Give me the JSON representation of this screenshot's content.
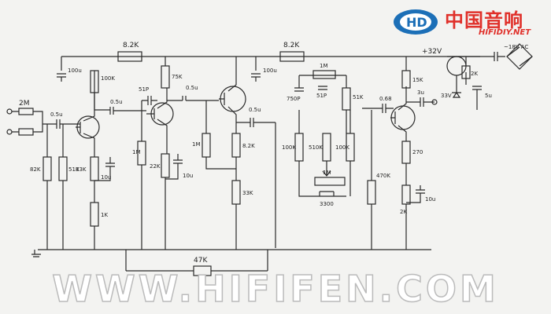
{
  "logo": {
    "cn": "中国音响",
    "en": "HIFIDIY.NET"
  },
  "watermark": "WWW.HIFIFEN.COM",
  "labels": {
    "in_r": "2M",
    "in_c": "0.5u",
    "r_in_8k2": "82K",
    "r_in_51k": "51K",
    "c_100u_a": "100u",
    "r_fb_8k2": "8.2K",
    "r_100k": "100K",
    "c1": "0.5u",
    "r_33k": "33K",
    "c_10u_a": "10u",
    "r_1k": "1K",
    "c_51p": "51P",
    "r_75k": "75K",
    "c_05_b": "0.5u",
    "r_1m_a": "1M",
    "r_22k": "22K",
    "c_10u_b": "10u",
    "r_1m_b": "1M",
    "r_8k2_b": "8.2K",
    "r_33k_b": "33K",
    "c_05_c": "0.5u",
    "r_8k2_top": "8.2K",
    "c_100u_b": "100u",
    "c_750p": "750P",
    "r_1m_c": "1M",
    "c_51p_b": "51P",
    "r_51k_b": "51K",
    "r_100k_b": "100K",
    "r_510k": "510K",
    "r_100k_c": "100K",
    "r_1m_pot": "1M",
    "c_3300": "3300",
    "r_470k": "470K",
    "c_068": "0.68",
    "c_3u": "3u",
    "r_15k": "15K",
    "r_270": "270",
    "r_2k": "2K",
    "c_10u_c": "10u",
    "v_plus": "+32V",
    "r_2k_b": "2K",
    "v_z": "33V",
    "c_5u": "5u",
    "v_ac": "~18V AC",
    "r_fb_47k": "47K"
  }
}
